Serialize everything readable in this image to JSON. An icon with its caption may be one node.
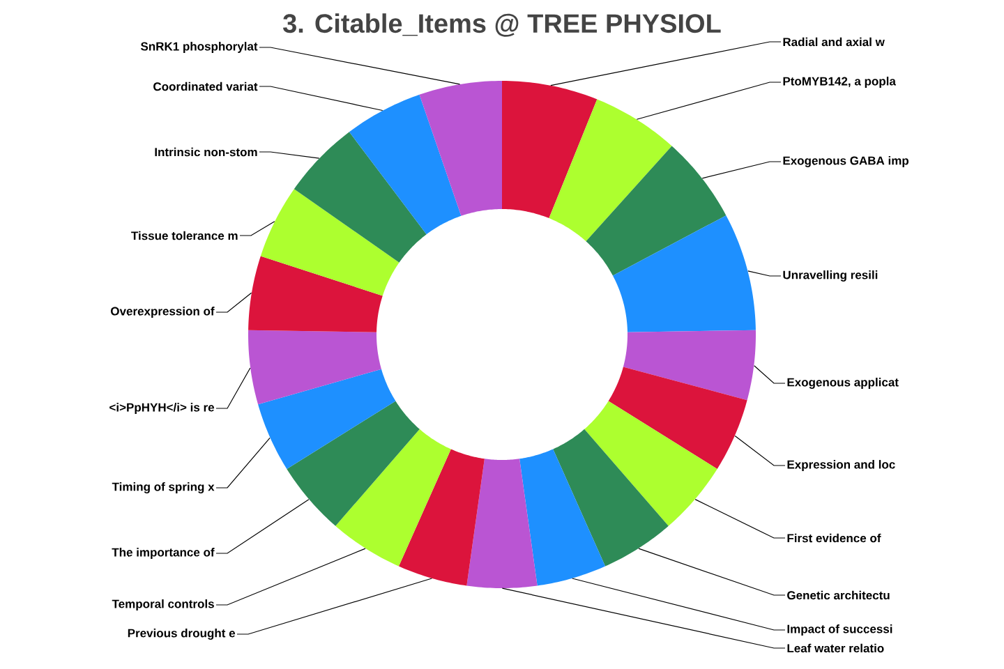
{
  "diagram": {
    "title": "3. Citable_Items @ TREE PHYSIOL",
    "nodes": [
      {
        "text": [
          "Radial and axial w"
        ]
      },
      {
        "text": [
          "PtoMYB142, a popla"
        ]
      },
      {
        "text": [
          "Exogenous GABA imp"
        ]
      },
      {
        "text": [
          "Unravelling resili"
        ]
      },
      {
        "text": [
          "Exogenous applicat"
        ]
      },
      {
        "text": [
          "Expression and loc"
        ]
      },
      {
        "text": [
          "First evidence of"
        ]
      },
      {
        "text": [
          "Genetic architectu"
        ]
      },
      {
        "text": [
          "Impact of successi"
        ]
      },
      {
        "text": [
          "Leaf water relatio"
        ]
      },
      {
        "text": [
          "Previous drought e"
        ]
      },
      {
        "text": [
          "Temporal controls"
        ]
      },
      {
        "text": [
          "The importance of"
        ]
      },
      {
        "text": [
          "Timing of spring x"
        ]
      },
      {
        "text": [
          "<i>PpHYH</i> is re"
        ]
      },
      {
        "text": [
          "Overexpression of"
        ]
      },
      {
        "text": [
          "Tissue tolerance m"
        ]
      },
      {
        "text": [
          "Intrinsic non-stom"
        ]
      },
      {
        "text": [
          "Coordinated variat"
        ]
      },
      {
        "text": [
          "SnRK1 phosphorylat"
        ]
      },
      {
        "text": [],
        "shape": "wedge"
      },
      {
        "text": [],
        "shape": "wedge"
      },
      {
        "text": [],
        "shape": "wedge"
      },
      {
        "text": [],
        "shape": "wedge"
      },
      {
        "text": [],
        "shape": "wedge"
      },
      {
        "text": [],
        "shape": "wedge"
      },
      {
        "text": [],
        "shape": "wedge"
      },
      {
        "text": [],
        "shape": "wedge"
      },
      {
        "text": [],
        "shape": "wedge"
      },
      {
        "text": [],
        "shape": "wedge"
      },
      {
        "text": [],
        "shape": "wedge"
      },
      {
        "text": [],
        "shape": "wedge"
      },
      {
        "text": [],
        "shape": "wedge"
      },
      {
        "text": [],
        "shape": "wedge"
      },
      {
        "text": [],
        "shape": "wedge"
      },
      {
        "text": [],
        "shape": "wedge"
      },
      {
        "text": [],
        "shape": "wedge"
      },
      {
        "text": [],
        "shape": "wedge"
      },
      {
        "text": [],
        "shape": "wedge"
      },
      {
        "text": [],
        "shape": "wedge"
      }
    ],
    "edges": [
      {
        "from": 0,
        "to": 20,
        "arrow": "none"
      },
      {
        "from": 1,
        "to": 21,
        "arrow": "none"
      },
      {
        "from": 2,
        "to": 22,
        "arrow": "none"
      },
      {
        "from": 3,
        "to": 23,
        "arrow": "none"
      },
      {
        "from": 4,
        "to": 24,
        "arrow": "none"
      },
      {
        "from": 5,
        "to": 25,
        "arrow": "none"
      },
      {
        "from": 6,
        "to": 26,
        "arrow": "none"
      },
      {
        "from": 7,
        "to": 27,
        "arrow": "none"
      },
      {
        "from": 8,
        "to": 28,
        "arrow": "none"
      },
      {
        "from": 9,
        "to": 29,
        "arrow": "none"
      },
      {
        "from": 10,
        "to": 30,
        "arrow": "none"
      },
      {
        "from": 11,
        "to": 31,
        "arrow": "none"
      },
      {
        "from": 12,
        "to": 32,
        "arrow": "none"
      },
      {
        "from": 13,
        "to": 33,
        "arrow": "none"
      },
      {
        "from": 14,
        "to": 34,
        "arrow": "none"
      },
      {
        "from": 15,
        "to": 35,
        "arrow": "none"
      },
      {
        "from": 16,
        "to": 36,
        "arrow": "none"
      },
      {
        "from": 17,
        "to": 37,
        "arrow": "none"
      },
      {
        "from": 18,
        "to": 38,
        "arrow": "none"
      },
      {
        "from": 19,
        "to": 39,
        "arrow": "none"
      }
    ]
  }
}
